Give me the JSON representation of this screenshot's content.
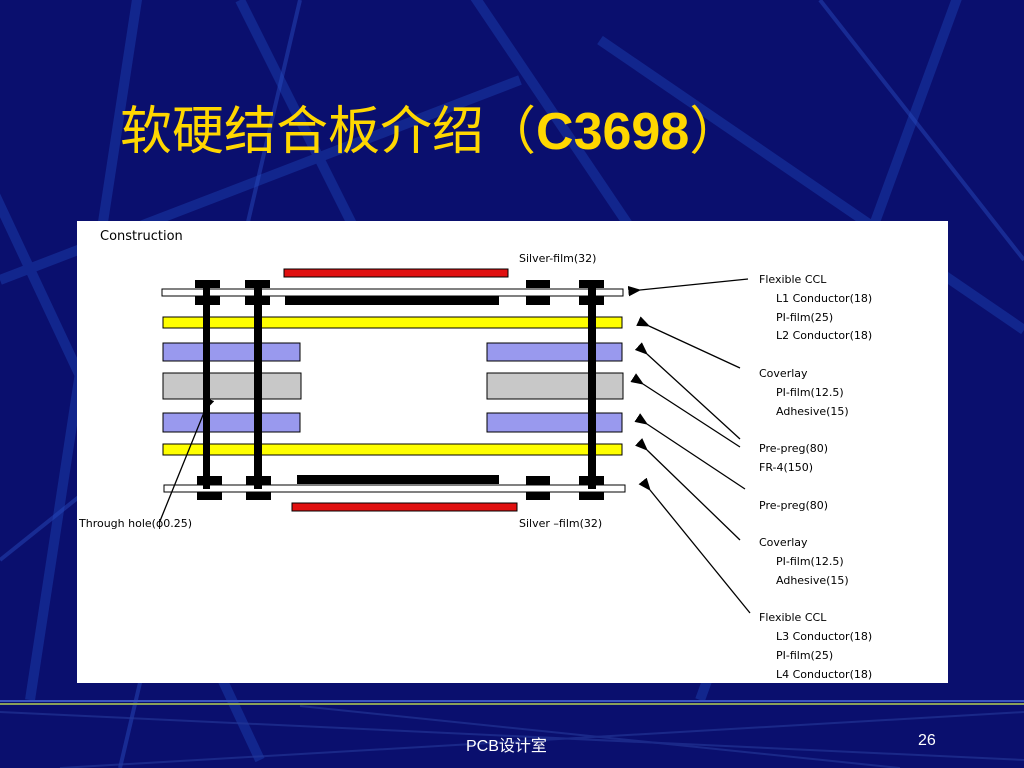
{
  "slide": {
    "title_main": "软硬结合板介绍（",
    "title_code": "C3698",
    "title_end": "）",
    "footer_label": "PCB设计室",
    "page_number": "26"
  },
  "colors": {
    "background": "#0a0f6e",
    "title": "#ffd700",
    "silver_film": "#e01010",
    "pi_film": "#ffff00",
    "coverlay": "#9999ee",
    "fr4": "#c8c8c8",
    "conductor": "#000000"
  },
  "diagram": {
    "heading": "Construction",
    "silver_film_top": "Silver-film(32)",
    "silver_film_bottom": "Silver –film(32)",
    "through_hole": "Through hole(ϕ0.25)",
    "legend": [
      {
        "group": "Flexible CCL",
        "items": [
          "L1 Conductor(18)",
          "PI-film(25)",
          "L2 Conductor(18)"
        ]
      },
      {
        "group": "Coverlay",
        "items": [
          "PI-film(12.5)",
          "Adhesive(15)"
        ]
      },
      {
        "group": "Pre-preg(80)",
        "items": [
          "FR-4(150)"
        ]
      },
      {
        "group": "Pre-preg(80)",
        "items": []
      },
      {
        "group": "Coverlay",
        "items": [
          "PI-film(12.5)",
          "Adhesive(15)"
        ]
      },
      {
        "group": "Flexible CCL",
        "items": [
          "L3 Conductor(18)",
          "PI-film(25)",
          "L4 Conductor(18)"
        ]
      }
    ]
  }
}
